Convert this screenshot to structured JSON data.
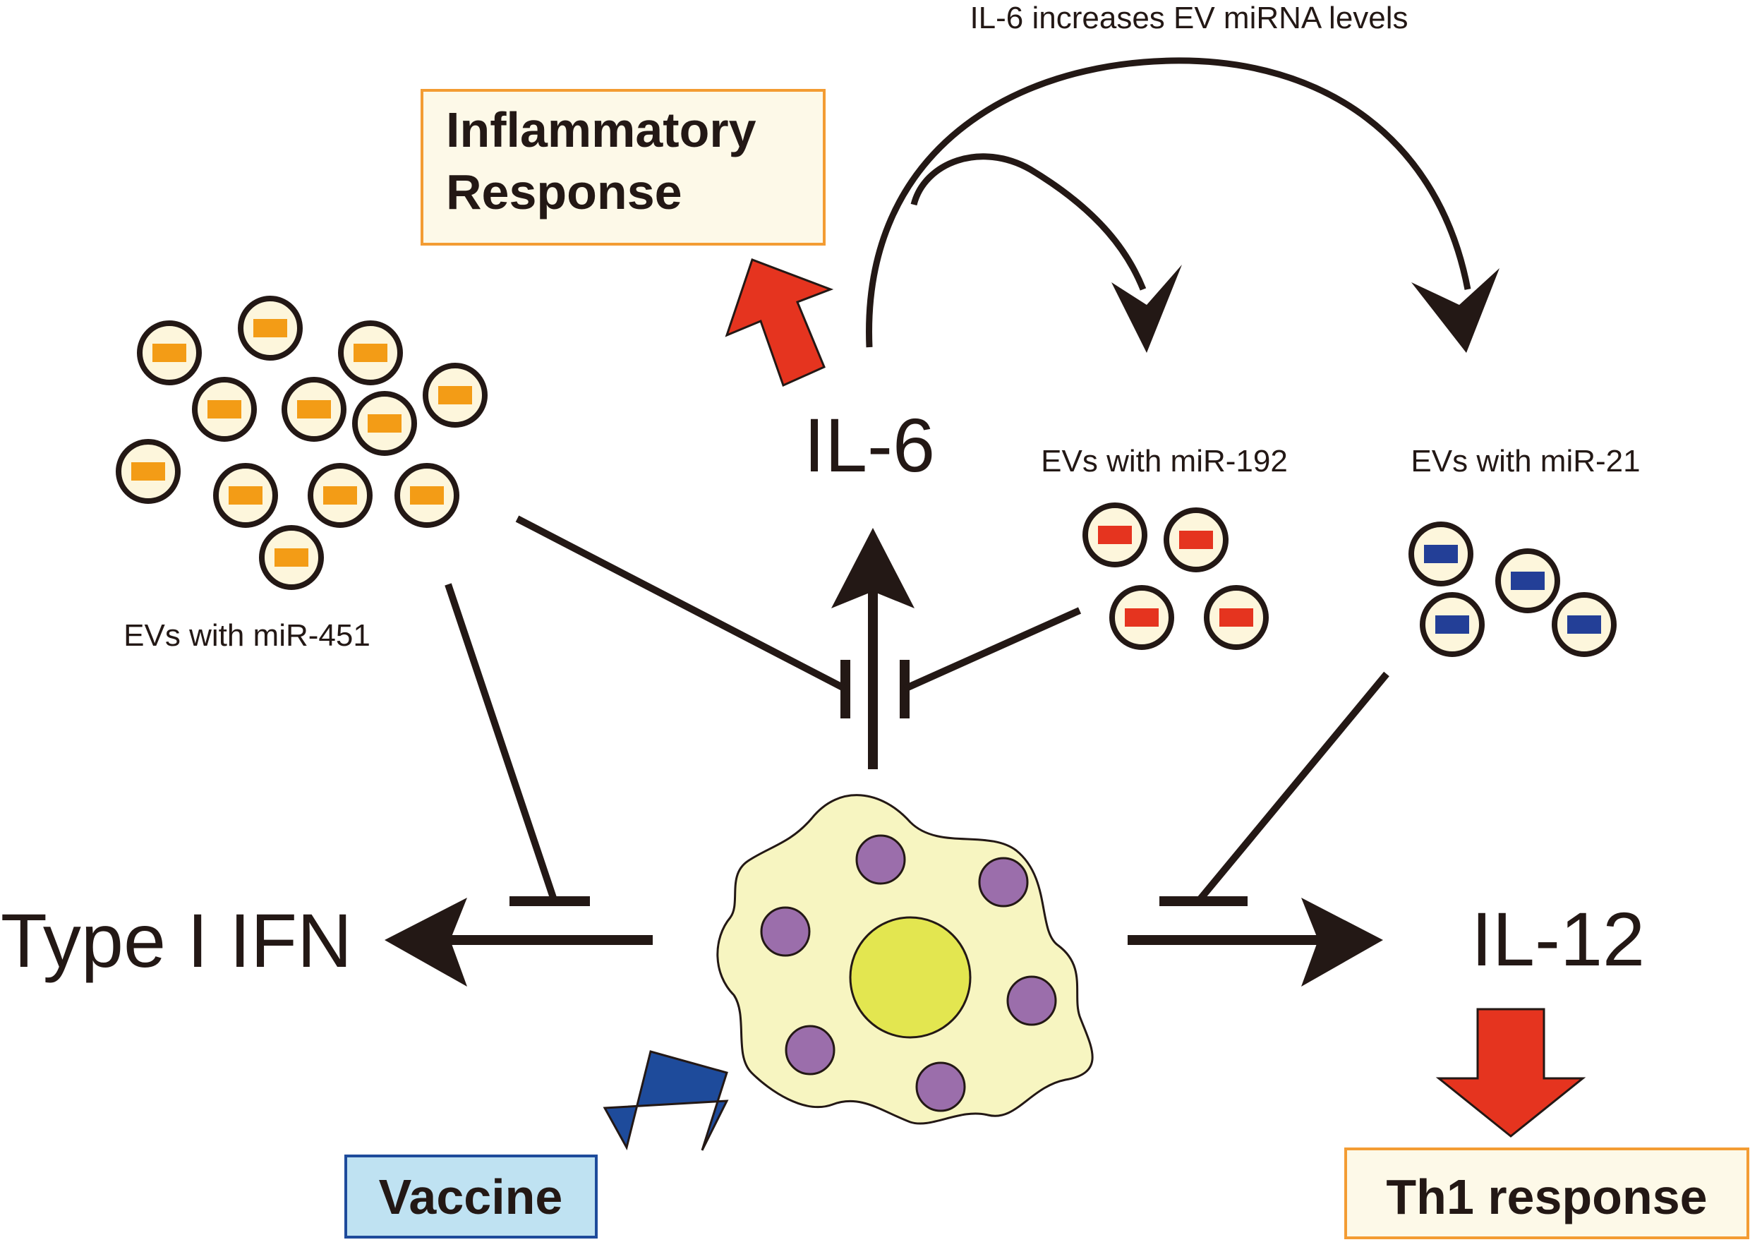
{
  "title": "IL-6 increases EV miRNA levels",
  "nodes": {
    "inflammatory": {
      "line1": "Inflammatory",
      "line2": "Response"
    },
    "il6": "IL-6",
    "type1ifn": "Type I IFN",
    "il12": "IL-12",
    "th1": "Th1 response",
    "vaccine": "Vaccine"
  },
  "ev_groups": {
    "mir451": {
      "label": "EVs with miR-451",
      "cargo_color": "#f39c16",
      "count": 12
    },
    "mir192": {
      "label": "EVs with miR-192",
      "cargo_color": "#e5341f",
      "count": 4
    },
    "mir21": {
      "label": "EVs with miR-21",
      "cargo_color": "#233f97",
      "count": 4
    }
  },
  "colors": {
    "ink": "#231815",
    "ev_fill": "#fdf6dc",
    "cell_fill": "#f7f5c1",
    "nucleus_fill": "#e3e650",
    "granule_fill": "#9b6eab",
    "red_arrow": "#e5341f",
    "blue_arrow": "#1e4b9b",
    "orange_box_border": "#f39c33",
    "orange_box_fill": "#fdf9e8",
    "blue_box_border": "#1e4b9b",
    "blue_box_fill": "#bfe2f2"
  },
  "icons": [
    "ev-vesicle-icon",
    "dendritic-cell-icon",
    "inhibition-bar-icon",
    "activation-arrow-icon"
  ]
}
